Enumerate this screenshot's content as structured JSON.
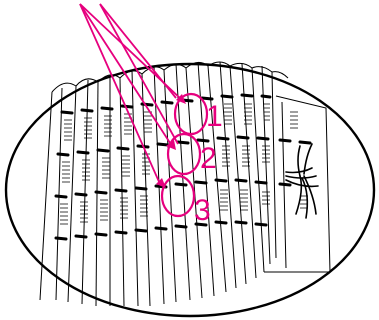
{
  "diagram": {
    "callouts": [
      {
        "label": "1"
      },
      {
        "label": "2"
      },
      {
        "label": "3"
      }
    ],
    "colors": {
      "accent": "#e6007e",
      "line": "#000000",
      "background": "#ffffff"
    }
  }
}
